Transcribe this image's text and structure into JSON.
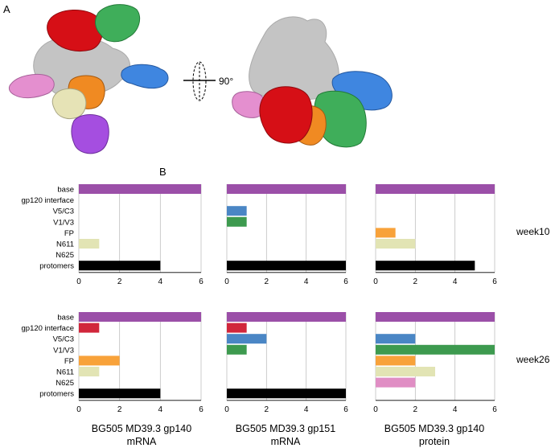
{
  "panel_a": {
    "label": "A",
    "rotation_label": "90°"
  },
  "panel_b": {
    "label": "B"
  },
  "colors": {
    "base": "#9b4fa8",
    "gp120 interface": "#d1263b",
    "V5/C3": "#4a86c5",
    "V1/V3": "#3d9a4f",
    "FP": "#f8a23a",
    "N611": "#e2e4b4",
    "N625": "#e08ec4",
    "protomers": "#000000",
    "gridline": "#bfbfbf",
    "axis": "#000000",
    "density_gray": "#c8c8c8"
  },
  "chart_data": {
    "type": "bar",
    "orientation": "horizontal",
    "categories": [
      "base",
      "gp120 interface",
      "V5/C3",
      "V1/V3",
      "FP",
      "N611",
      "N625",
      "protomers"
    ],
    "xlim": [
      0,
      6
    ],
    "xticks": [
      "0",
      "2",
      "4",
      "6"
    ],
    "grid": true,
    "row_labels": [
      "week10",
      "week26"
    ],
    "column_titles": [
      [
        "BG505 MD39.3 gp140",
        "mRNA"
      ],
      [
        "BG505 MD39.3 gp151",
        "mRNA"
      ],
      [
        "BG505 MD39.3 gp140",
        "protein"
      ]
    ],
    "panels": [
      {
        "row": 0,
        "col": 0,
        "values": [
          6,
          0,
          0,
          0,
          0,
          1,
          0,
          4
        ]
      },
      {
        "row": 0,
        "col": 1,
        "values": [
          6,
          0,
          1,
          1,
          0,
          0,
          0,
          6
        ]
      },
      {
        "row": 0,
        "col": 2,
        "values": [
          6,
          0,
          0,
          0,
          1,
          2,
          0,
          5
        ]
      },
      {
        "row": 1,
        "col": 0,
        "values": [
          6,
          1,
          0,
          0,
          2,
          1,
          0,
          4
        ]
      },
      {
        "row": 1,
        "col": 1,
        "values": [
          6,
          1,
          2,
          1,
          0,
          0,
          0,
          6
        ]
      },
      {
        "row": 1,
        "col": 2,
        "values": [
          6,
          0,
          2,
          6,
          2,
          3,
          2,
          0
        ]
      }
    ]
  }
}
